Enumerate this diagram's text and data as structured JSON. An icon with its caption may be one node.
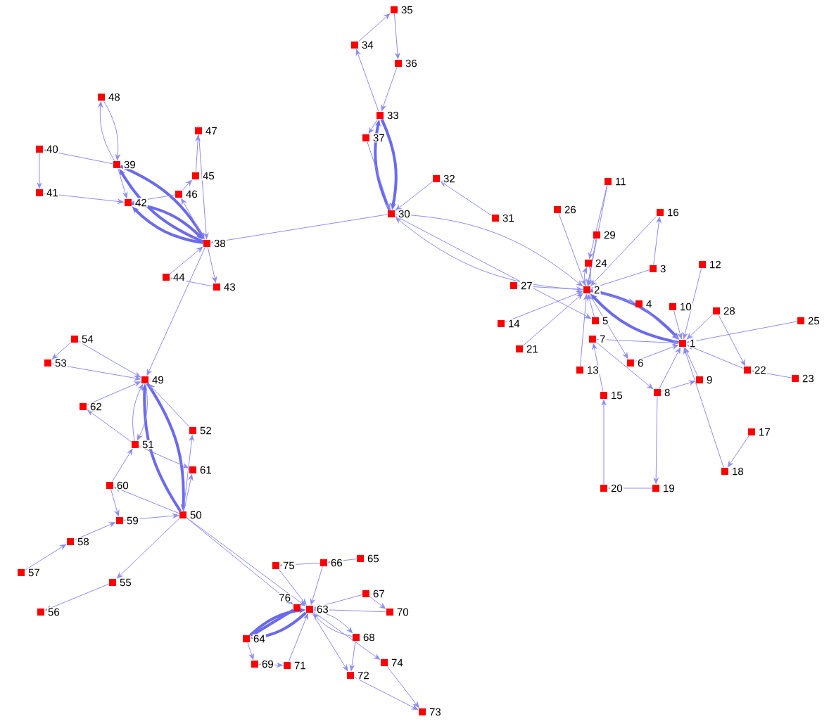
{
  "diagram": {
    "nodes": [
      {
        "text": [
          "1"
        ]
      },
      {
        "text": [
          "2"
        ]
      },
      {
        "text": [
          "3"
        ]
      },
      {
        "text": [
          "4"
        ]
      },
      {
        "text": [
          "5"
        ]
      },
      {
        "text": [
          "6"
        ]
      },
      {
        "text": [
          "7"
        ]
      },
      {
        "text": [
          "8"
        ]
      },
      {
        "text": [
          "9"
        ]
      },
      {
        "text": [
          "10"
        ]
      },
      {
        "text": [
          "11"
        ]
      },
      {
        "text": [
          "12"
        ]
      },
      {
        "text": [
          "13"
        ]
      },
      {
        "text": [
          "14"
        ]
      },
      {
        "text": [
          "15"
        ]
      },
      {
        "text": [
          "16"
        ]
      },
      {
        "text": [
          "17"
        ]
      },
      {
        "text": [
          "18"
        ]
      },
      {
        "text": [
          "19"
        ]
      },
      {
        "text": [
          "20"
        ]
      },
      {
        "text": [
          "21"
        ]
      },
      {
        "text": [
          "22"
        ]
      },
      {
        "text": [
          "23"
        ]
      },
      {
        "text": [
          "24"
        ]
      },
      {
        "text": [
          "25"
        ]
      },
      {
        "text": [
          "26"
        ]
      },
      {
        "text": [
          "27"
        ]
      },
      {
        "text": [
          "28"
        ]
      },
      {
        "text": [
          "29"
        ]
      },
      {
        "text": [
          "30"
        ]
      },
      {
        "text": [
          "31"
        ]
      },
      {
        "text": [
          "32"
        ]
      },
      {
        "text": [
          "33"
        ]
      },
      {
        "text": [
          "34"
        ]
      },
      {
        "text": [
          "35"
        ]
      },
      {
        "text": [
          "36"
        ]
      },
      {
        "text": [
          "37"
        ]
      },
      {
        "text": [
          "38"
        ]
      },
      {
        "text": [
          "39"
        ]
      },
      {
        "text": [
          "40"
        ]
      },
      {
        "text": [
          "41"
        ]
      },
      {
        "text": [
          "42"
        ]
      },
      {
        "text": [
          "43"
        ]
      },
      {
        "text": [
          "44"
        ]
      },
      {
        "text": [
          "45"
        ]
      },
      {
        "text": [
          "46"
        ]
      },
      {
        "text": [
          "47"
        ]
      },
      {
        "text": [
          "48"
        ]
      },
      {
        "text": [
          "49"
        ]
      },
      {
        "text": [
          "50"
        ]
      },
      {
        "text": [
          "51"
        ]
      },
      {
        "text": [
          "52"
        ]
      },
      {
        "text": [
          "53"
        ]
      },
      {
        "text": [
          "54"
        ]
      },
      {
        "text": [
          "55"
        ]
      },
      {
        "text": [
          "56"
        ]
      },
      {
        "text": [
          "57"
        ]
      },
      {
        "text": [
          "58"
        ]
      },
      {
        "text": [
          "59"
        ]
      },
      {
        "text": [
          "60"
        ]
      },
      {
        "text": [
          "61"
        ]
      },
      {
        "text": [
          "62"
        ]
      },
      {
        "text": [
          "63"
        ]
      },
      {
        "text": [
          "64"
        ]
      },
      {
        "text": [
          "65"
        ]
      },
      {
        "text": [
          "66"
        ]
      },
      {
        "text": [
          "67"
        ]
      },
      {
        "text": [
          "68"
        ]
      },
      {
        "text": [
          "69"
        ]
      },
      {
        "text": [
          "70"
        ]
      },
      {
        "text": [
          "71"
        ]
      },
      {
        "text": [
          "72"
        ]
      },
      {
        "text": [
          "73"
        ]
      },
      {
        "text": [
          "74"
        ]
      },
      {
        "text": [
          "75"
        ]
      },
      {
        "text": [
          "76"
        ]
      }
    ],
    "edges": [
      {
        "from": 29,
        "to": 32,
        "arrow": "to",
        "style": "thick"
      },
      {
        "from": 32,
        "to": 29,
        "arrow": "to",
        "style": "thick"
      },
      {
        "from": 32,
        "to": 36,
        "arrow": "to"
      },
      {
        "from": 36,
        "to": 29,
        "arrow": "to"
      },
      {
        "from": 32,
        "to": 33,
        "arrow": "to"
      },
      {
        "from": 33,
        "to": 34,
        "arrow": "to"
      },
      {
        "from": 34,
        "to": 35,
        "arrow": "to"
      },
      {
        "from": 35,
        "to": 32,
        "arrow": "to"
      },
      {
        "from": 30,
        "to": 31,
        "arrow": "to"
      },
      {
        "from": 31,
        "to": 29,
        "arrow": "to"
      },
      {
        "from": 29,
        "to": 37,
        "arrow": "to"
      },
      {
        "from": 1,
        "to": 29,
        "arrow": "to"
      },
      {
        "from": 29,
        "to": 1,
        "arrow": "to"
      },
      {
        "from": 29,
        "to": 4,
        "arrow": "to"
      },
      {
        "from": 0,
        "to": 1,
        "arrow": "to",
        "style": "thick"
      },
      {
        "from": 1,
        "to": 0,
        "arrow": "to",
        "style": "thick"
      },
      {
        "from": 1,
        "to": 3,
        "arrow": "to"
      },
      {
        "from": 3,
        "to": 0,
        "arrow": "to"
      },
      {
        "from": 1,
        "to": 23,
        "arrow": "to"
      },
      {
        "from": 23,
        "to": 1,
        "arrow": "to"
      },
      {
        "from": 25,
        "to": 1,
        "arrow": "to"
      },
      {
        "from": 10,
        "to": 1,
        "arrow": "to"
      },
      {
        "from": 10,
        "to": 23,
        "arrow": "to"
      },
      {
        "from": 28,
        "to": 1,
        "arrow": "to"
      },
      {
        "from": 15,
        "to": 1,
        "arrow": "to"
      },
      {
        "from": 2,
        "to": 15,
        "arrow": "to"
      },
      {
        "from": 2,
        "to": 1,
        "arrow": "to"
      },
      {
        "from": 11,
        "to": 0,
        "arrow": "to"
      },
      {
        "from": 9,
        "to": 0,
        "arrow": "to"
      },
      {
        "from": 26,
        "to": 1,
        "arrow": "to"
      },
      {
        "from": 13,
        "to": 1,
        "arrow": "to"
      },
      {
        "from": 20,
        "to": 1,
        "arrow": "to"
      },
      {
        "from": 4,
        "to": 1,
        "arrow": "to"
      },
      {
        "from": 6,
        "to": 0,
        "arrow": "to"
      },
      {
        "from": 12,
        "to": 1,
        "arrow": "to"
      },
      {
        "from": 27,
        "to": 0,
        "arrow": "to"
      },
      {
        "from": 27,
        "to": 21,
        "arrow": "to"
      },
      {
        "from": 24,
        "to": 0,
        "arrow": "to"
      },
      {
        "from": 21,
        "to": 0,
        "arrow": "to"
      },
      {
        "from": 22,
        "to": 21,
        "arrow": "to"
      },
      {
        "from": 16,
        "to": 17,
        "arrow": "to"
      },
      {
        "from": 17,
        "to": 0,
        "arrow": "to"
      },
      {
        "from": 8,
        "to": 0,
        "arrow": "to"
      },
      {
        "from": 7,
        "to": 8,
        "arrow": "to"
      },
      {
        "from": 7,
        "to": 0,
        "arrow": "to"
      },
      {
        "from": 7,
        "to": 18,
        "arrow": "to"
      },
      {
        "from": 18,
        "to": 19,
        "arrow": "to"
      },
      {
        "from": 19,
        "to": 14,
        "arrow": "to"
      },
      {
        "from": 14,
        "to": 6,
        "arrow": "to"
      },
      {
        "from": 5,
        "to": 0,
        "arrow": "to"
      },
      {
        "from": 1,
        "to": 5,
        "arrow": "to"
      },
      {
        "from": 6,
        "to": 7,
        "arrow": "to"
      },
      {
        "from": 38,
        "to": 37,
        "arrow": "to",
        "style": "thick"
      },
      {
        "from": 37,
        "to": 38,
        "arrow": "to",
        "style": "thick"
      },
      {
        "from": 41,
        "to": 37,
        "arrow": "to",
        "style": "thick"
      },
      {
        "from": 37,
        "to": 41,
        "arrow": "to",
        "style": "thick"
      },
      {
        "from": 38,
        "to": 41,
        "arrow": "to"
      },
      {
        "from": 47,
        "to": 38,
        "arrow": "to"
      },
      {
        "from": 38,
        "to": 47,
        "arrow": "to"
      },
      {
        "from": 38,
        "to": 39,
        "arrow": "to"
      },
      {
        "from": 39,
        "to": 40,
        "arrow": "to"
      },
      {
        "from": 40,
        "to": 41,
        "arrow": "to"
      },
      {
        "from": 37,
        "to": 45,
        "arrow": "to"
      },
      {
        "from": 45,
        "to": 44,
        "arrow": "to"
      },
      {
        "from": 44,
        "to": 46,
        "arrow": "to"
      },
      {
        "from": 46,
        "to": 37,
        "arrow": "to"
      },
      {
        "from": 45,
        "to": 41,
        "arrow": "to"
      },
      {
        "from": 37,
        "to": 42,
        "arrow": "to"
      },
      {
        "from": 42,
        "to": 43,
        "arrow": "to"
      },
      {
        "from": 43,
        "to": 37,
        "arrow": "to"
      },
      {
        "from": 37,
        "to": 48,
        "arrow": "to"
      },
      {
        "from": 48,
        "to": 49,
        "arrow": "to",
        "style": "thick"
      },
      {
        "from": 49,
        "to": 48,
        "arrow": "to",
        "style": "thick"
      },
      {
        "from": 48,
        "to": 50,
        "arrow": "to"
      },
      {
        "from": 50,
        "to": 48,
        "arrow": "to"
      },
      {
        "from": 51,
        "to": 48,
        "arrow": "to"
      },
      {
        "from": 49,
        "to": 51,
        "arrow": "to"
      },
      {
        "from": 49,
        "to": 60,
        "arrow": "to"
      },
      {
        "from": 50,
        "to": 60,
        "arrow": "to"
      },
      {
        "from": 61,
        "to": 48,
        "arrow": "to"
      },
      {
        "from": 50,
        "to": 61,
        "arrow": "to"
      },
      {
        "from": 53,
        "to": 52,
        "arrow": "to"
      },
      {
        "from": 52,
        "to": 48,
        "arrow": "to"
      },
      {
        "from": 53,
        "to": 48,
        "arrow": "to"
      },
      {
        "from": 59,
        "to": 50,
        "arrow": "to"
      },
      {
        "from": 49,
        "to": 59,
        "arrow": "to"
      },
      {
        "from": 59,
        "to": 58,
        "arrow": "to"
      },
      {
        "from": 58,
        "to": 49,
        "arrow": "to"
      },
      {
        "from": 57,
        "to": 58,
        "arrow": "to"
      },
      {
        "from": 56,
        "to": 57,
        "arrow": "to"
      },
      {
        "from": 49,
        "to": 54,
        "arrow": "to"
      },
      {
        "from": 54,
        "to": 55,
        "arrow": "to"
      },
      {
        "from": 49,
        "to": 62,
        "arrow": "to"
      },
      {
        "from": 49,
        "to": 75,
        "arrow": "to"
      },
      {
        "from": 62,
        "to": 63,
        "arrow": "to",
        "style": "thick"
      },
      {
        "from": 63,
        "to": 62,
        "arrow": "to",
        "style": "thick"
      },
      {
        "from": 75,
        "to": 63,
        "arrow": "to",
        "style": "thick"
      },
      {
        "from": 74,
        "to": 62,
        "arrow": "to"
      },
      {
        "from": 65,
        "to": 74,
        "arrow": "to"
      },
      {
        "from": 64,
        "to": 65,
        "arrow": "to"
      },
      {
        "from": 65,
        "to": 62,
        "arrow": "to"
      },
      {
        "from": 66,
        "to": 62,
        "arrow": "to"
      },
      {
        "from": 69,
        "to": 62,
        "arrow": "to"
      },
      {
        "from": 67,
        "to": 62,
        "arrow": "to"
      },
      {
        "from": 62,
        "to": 67,
        "arrow": "to"
      },
      {
        "from": 63,
        "to": 68,
        "arrow": "to"
      },
      {
        "from": 68,
        "to": 70,
        "arrow": "to"
      },
      {
        "from": 70,
        "to": 62,
        "arrow": "to"
      },
      {
        "from": 62,
        "to": 71,
        "arrow": "to"
      },
      {
        "from": 67,
        "to": 71,
        "arrow": "to"
      },
      {
        "from": 71,
        "to": 72,
        "arrow": "to"
      },
      {
        "from": 73,
        "to": 72,
        "arrow": "to"
      },
      {
        "from": 62,
        "to": 73,
        "arrow": "to"
      },
      {
        "from": 66,
        "to": 69,
        "arrow": "to"
      }
    ]
  }
}
